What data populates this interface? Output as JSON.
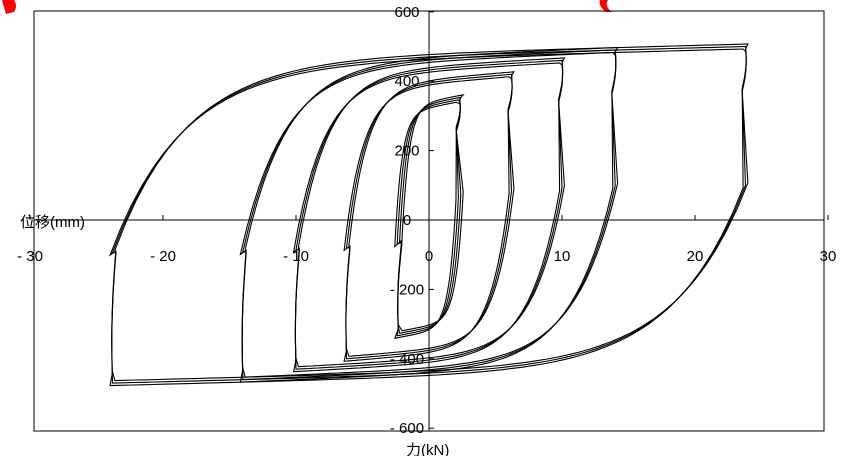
{
  "chart_data": {
    "type": "line",
    "title": "",
    "xlabel": "位移(mm)",
    "ylabel": "力(kN)",
    "xlim": [
      -30,
      30
    ],
    "ylim": [
      -600,
      600
    ],
    "grid": false,
    "legend": "none",
    "x_ticks": [
      -30,
      -20,
      -10,
      0,
      10,
      20,
      30
    ],
    "x_tick_labels": [
      "- 30",
      "- 20",
      "- 10",
      "0",
      "10",
      "20",
      "30"
    ],
    "y_ticks": [
      -600,
      -400,
      -200,
      0,
      200,
      400,
      600
    ],
    "y_tick_labels": [
      "- 600",
      "- 400",
      "- 200",
      "0",
      "200",
      "400",
      "600"
    ],
    "colors": {
      "curve": "#000000",
      "axis": "#000000",
      "frame": "#000000",
      "top_cut_text": "#ff0000"
    },
    "series": [
      {
        "xmax": 2.3,
        "ymax": 350,
        "ymin": -330,
        "shift": 0.6,
        "laps": 4
      },
      {
        "xmax": 6.2,
        "ymax": 420,
        "ymin": -400,
        "shift": 1.0,
        "laps": 3
      },
      {
        "xmax": 10.0,
        "ymax": 460,
        "ymin": -430,
        "shift": 1.6,
        "laps": 3
      },
      {
        "xmax": 14.0,
        "ymax": 490,
        "ymin": -460,
        "shift": 2.0,
        "laps": 3
      },
      {
        "xmax": 23.8,
        "ymax": 500,
        "ymin": -470,
        "shift": 2.5,
        "laps": 3
      }
    ]
  }
}
